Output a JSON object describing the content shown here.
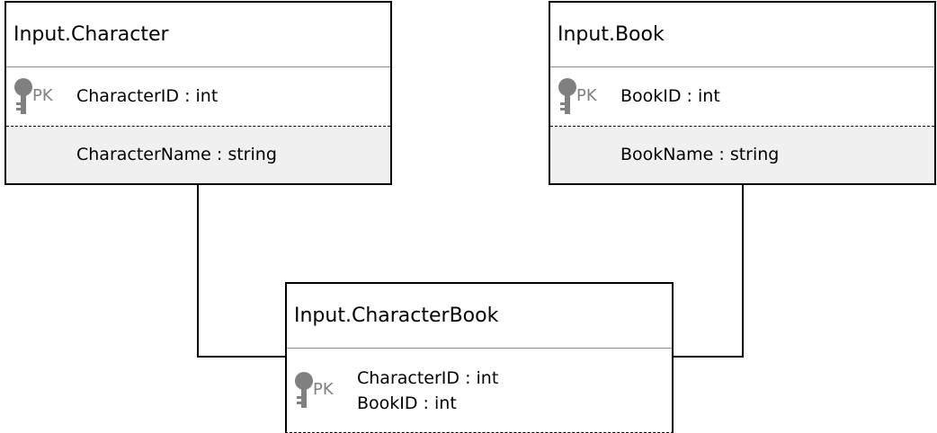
{
  "diagram": {
    "entities": {
      "character": {
        "title": "Input.Character",
        "pk_label": "PK",
        "pk_fields": [
          "CharacterID : int"
        ],
        "attributes": [
          "CharacterName : string"
        ]
      },
      "book": {
        "title": "Input.Book",
        "pk_label": "PK",
        "pk_fields": [
          "BookID : int"
        ],
        "attributes": [
          "BookName : string"
        ]
      },
      "characterbook": {
        "title": "Input.CharacterBook",
        "pk_label": "PK",
        "pk_fields": [
          "CharacterID : int",
          "BookID : int"
        ]
      }
    },
    "relationships": [
      {
        "from": "character",
        "to": "characterbook"
      },
      {
        "from": "book",
        "to": "characterbook"
      }
    ],
    "colors": {
      "border": "#000000",
      "attribute_fill": "#f0f0f0",
      "key_icon": "#808080",
      "pk_text": "#808080"
    }
  }
}
